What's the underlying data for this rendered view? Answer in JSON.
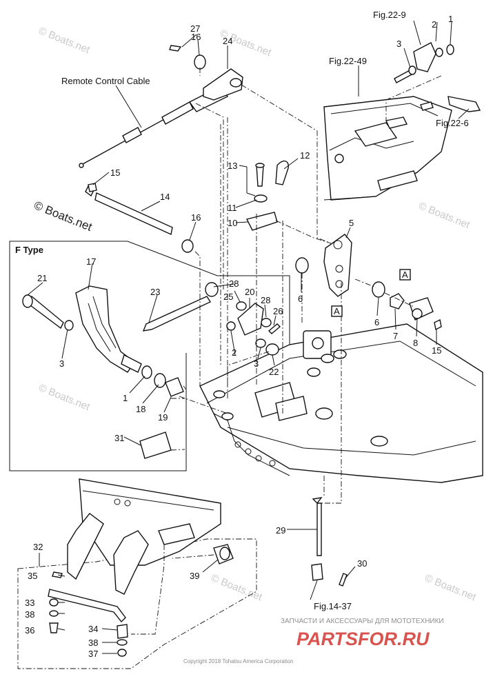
{
  "labels": {
    "n27": "27",
    "n16a": "16",
    "n24": "24",
    "remote": "Remote Control Cable",
    "n15a": "15",
    "n14": "14",
    "n16b": "16",
    "n13": "13",
    "n12": "12",
    "n11": "11",
    "n10": "10",
    "n5": "5",
    "n6a": "6",
    "n6b": "6",
    "n7": "7",
    "n8": "8",
    "n15b": "15",
    "boxA1": "A",
    "boxA2": "A",
    "n28a": "28",
    "n20": "20",
    "n28b": "28",
    "n25": "25",
    "n26": "26",
    "n2": "2",
    "n3b": "3",
    "n22": "22",
    "n23": "23",
    "n17": "17",
    "n21": "21",
    "n3a": "3",
    "n1b": "1",
    "n18": "18",
    "n19": "19",
    "n31": "31",
    "n29": "29",
    "n30": "30",
    "n32": "32",
    "n35": "35",
    "n33": "33",
    "n38a": "38",
    "n36": "36",
    "n34": "34",
    "n38b": "38",
    "n37": "37",
    "n39": "39",
    "n3c": "3",
    "n2c": "2",
    "n1c": "1",
    "ftype": "F Type"
  },
  "refs": {
    "fig22_9": "Fig.22-9",
    "fig22_49": "Fig.22-49",
    "fig22_6": "Fig.22-6",
    "fig14_37": "Fig.14-37"
  },
  "watermarks": {
    "text": "© Boats.net",
    "big": "© Boats.net"
  },
  "footer": {
    "copyright": "Copyright 2018 Tohatsu America Corporation",
    "brand_tagline": "ЗАПЧАСТИ И АКСЕССУАРЫ ДЛЯ МОТОТЕХНИКИ",
    "brand_name": "PARTSFOR.RU"
  },
  "colors": {
    "line": "#111111",
    "watermark": "#c9c9c9",
    "brand": "#d9534f"
  }
}
